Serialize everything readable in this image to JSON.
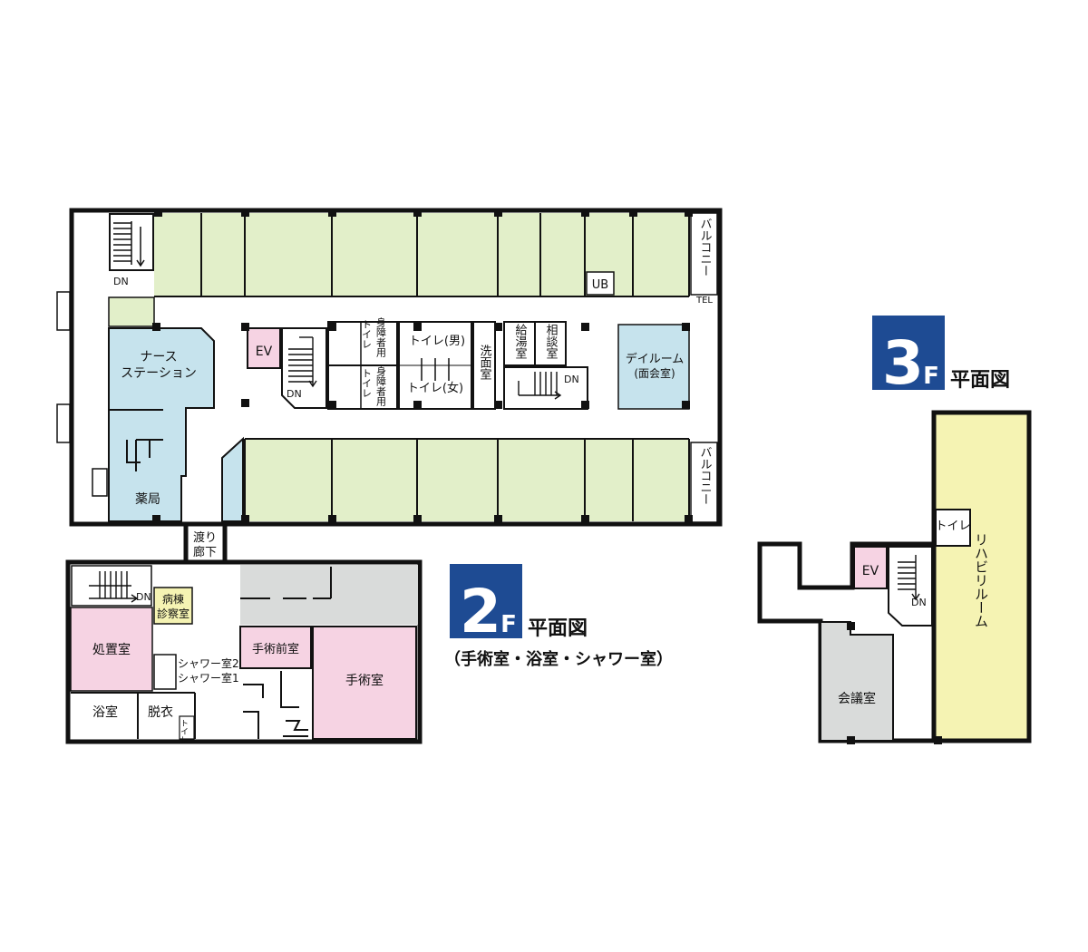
{
  "colors": {
    "wall": "#111111",
    "room_green": "#e2efc9",
    "room_blue": "#c6e3ed",
    "room_pink": "#f6d3e3",
    "room_yellow": "#f5f3b3",
    "room_gray": "#d9dbda",
    "badge_blue": "#1e4b93"
  },
  "floor2": {
    "badge_number": "2",
    "badge_letter": "F",
    "title": "平面図",
    "subtitle": "（手術室・浴室・シャワー室）",
    "labels": {
      "dn_stair1": "DN",
      "dn_stair2": "DN",
      "dn_stair3": "DN",
      "dn_stair4": "DN",
      "ub": "UB",
      "tel": "TEL",
      "balcony_top": "バルコニー",
      "balcony_bottom": "バルコニー",
      "nurse_line1": "ナース",
      "nurse_line2": "ステーション",
      "ev": "EV",
      "pharmacy": "薬局",
      "toilet_accessible_a": "身障者用",
      "toilet_label_a": "トイレ",
      "toilet_accessible_b": "身障者用",
      "toilet_label_b": "トイレ",
      "toilet_male": "トイレ(男)",
      "toilet_female": "トイレ(女)",
      "washroom": "洗面室",
      "kitchenette": "給湯室",
      "consultation": "相談室",
      "dayroom_line1": "デイルーム",
      "dayroom_line2": "(面会室)",
      "corridor_line1": "渡り",
      "corridor_line2": "廊下",
      "ward_exam_line1": "病棟",
      "ward_exam_line2": "診察室",
      "treatment": "処置室",
      "shower2": "シャワー室2",
      "shower1": "シャワー室1",
      "bath": "浴室",
      "dressing": "脱衣",
      "pre_op": "手術前室",
      "operating": "手術室",
      "toilet_small": "トイレ"
    }
  },
  "floor3": {
    "badge_number": "3",
    "badge_letter": "F",
    "title": "平面図",
    "labels": {
      "toilet": "トイレ",
      "ev": "EV",
      "dn": "DN",
      "rehab": "リハビリルーム",
      "meeting": "会議室"
    }
  }
}
